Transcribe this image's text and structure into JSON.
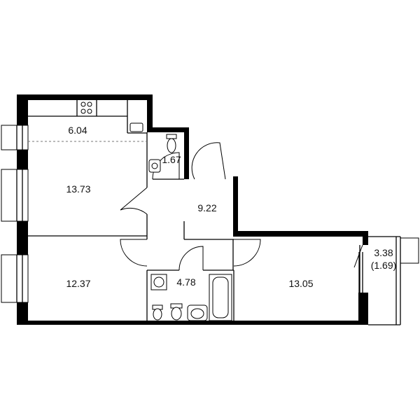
{
  "rooms": [
    {
      "id": "kitchen",
      "area": "6.04"
    },
    {
      "id": "living",
      "area": "13.73"
    },
    {
      "id": "wc",
      "area": "1.67"
    },
    {
      "id": "hall",
      "area": "9.22"
    },
    {
      "id": "bedroom-left",
      "area": "12.37"
    },
    {
      "id": "bathroom",
      "area": "4.78"
    },
    {
      "id": "bedroom-right",
      "area": "13.05"
    },
    {
      "id": "balcony",
      "area": "3.38",
      "reduced_area": "(1.69)"
    }
  ]
}
